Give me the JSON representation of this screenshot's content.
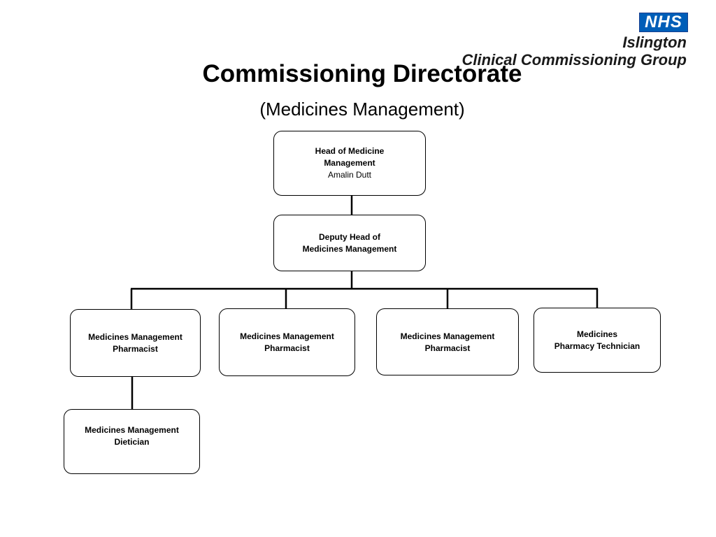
{
  "logo": {
    "badge": "NHS",
    "name": "Islington",
    "group": "Clinical Commissioning Group"
  },
  "title": "Commissioning Directorate",
  "subtitle": "(Medicines Management)",
  "nodes": {
    "head": {
      "line1": "Head of Medicine",
      "line2": "Management",
      "person": "Amalin Dutt"
    },
    "deputy": {
      "line1": "Deputy Head of",
      "line2": "Medicines Management"
    },
    "pharmacist1": {
      "line1": "Medicines Management",
      "line2": "Pharmacist"
    },
    "pharmacist2": {
      "line1": "Medicines Management",
      "line2": "Pharmacist"
    },
    "pharmacist3": {
      "line1": "Medicines Management",
      "line2": "Pharmacist"
    },
    "technician": {
      "line1": "Medicines",
      "line2": "Pharmacy Technician"
    },
    "dietician": {
      "line1": "Medicines Management",
      "line2": "Dietician"
    }
  },
  "colors": {
    "nhs_blue": "#005eb8",
    "line": "#000000"
  }
}
